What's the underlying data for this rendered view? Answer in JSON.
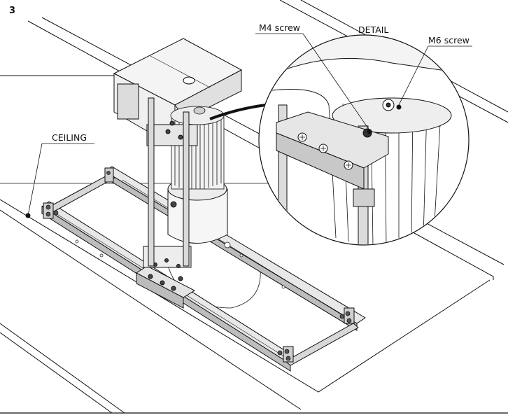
{
  "figure": {
    "step_number": "3",
    "labels": {
      "ceiling": "CEILING",
      "m4_screw": "M4 screw",
      "detail": "DETAIL",
      "m6_screw": "M6 screw"
    }
  },
  "colors": {
    "line": "#111111",
    "light_fill": "#f4f4f4",
    "mid_fill": "#cfcfcf",
    "dark_fill": "#8a8a8a"
  }
}
